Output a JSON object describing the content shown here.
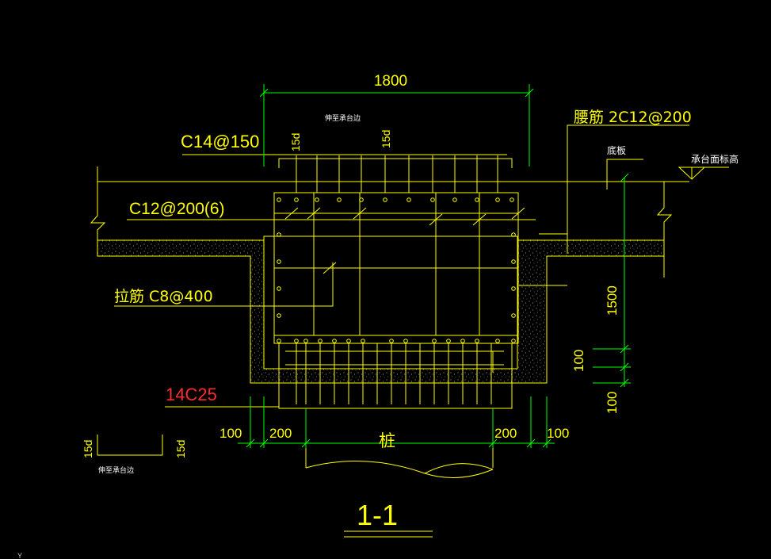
{
  "colors": {
    "background": "#000000",
    "drawing": "#ffff00",
    "dimension": "#00ff00",
    "bar_callout": "#ffffff",
    "highlight": "#ff2a2a"
  },
  "labels": {
    "top_width": "1800",
    "top_bar": "C14@150",
    "side_bar": "C12@200(6)",
    "tie_bar": "拉筋 C8@400",
    "bottom_bar": "14C25",
    "waist_bar": "腰筋 2C12@200",
    "bottom_slab": "底板",
    "cap_top_elev": "承台面标高",
    "extend_note_top": "伸至承台边",
    "extend_note_left": "伸至承台边",
    "hook_15d_a": "15d",
    "hook_15d_b": "15d",
    "hook_15d_c": "15d",
    "hook_15d_d": "15d",
    "pile": "桩",
    "dim_left_100": "100",
    "dim_left_200": "200",
    "dim_right_200": "200",
    "dim_right_100": "100",
    "dim_height_1500": "1500",
    "dim_100_a": "100",
    "dim_100_b": "100",
    "section_title": "1-1",
    "ucs_mark": "Y"
  }
}
